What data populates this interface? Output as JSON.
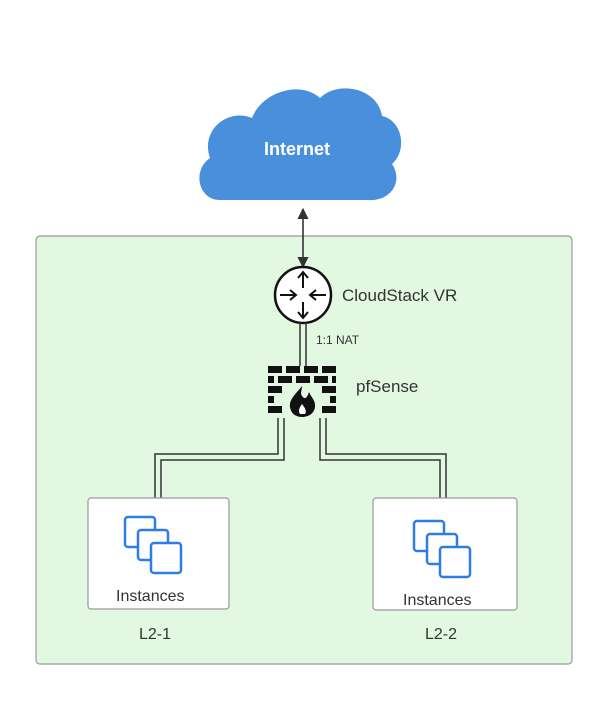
{
  "cloud": {
    "label": "Internet",
    "color": "#4a8fdc",
    "text_color": "#ffffff"
  },
  "router": {
    "label": "CloudStack VR",
    "icon": "router-icon"
  },
  "link_label": "1:1 NAT",
  "firewall": {
    "label": "pfSense",
    "icon": "firewall-icon"
  },
  "zone": {
    "fill": "#e2f8e0",
    "stroke": "#999999"
  },
  "networks": [
    {
      "instances_label": "Instances",
      "network_label": "L2-1",
      "icon": "instances-icon"
    },
    {
      "instances_label": "Instances",
      "network_label": "L2-2",
      "icon": "instances-icon"
    }
  ],
  "colors": {
    "instance_icon": "#2f7de1",
    "line": "#333333"
  }
}
